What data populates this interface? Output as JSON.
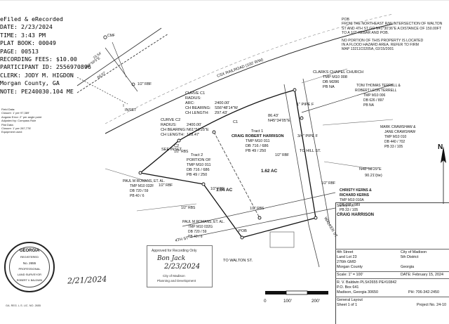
{
  "recording": {
    "lines": [
      "eFiled & eRecorded",
      "DATE: 2/23/2024",
      "TIME: 3:43 PM",
      "PLAT BOOK: 00049",
      "PAGE: 00513",
      "RECORDING FEES: $10.00",
      "PARTICIPANT ID: 2556970896",
      "CLERK: JODY M. HIGDON",
      "Morgan County, GA",
      "NOTE: PE240030.104 ME"
    ]
  },
  "pob_note": {
    "lines": [
      "POB",
      "FROM THE NORTHEAST R/W INTERSECTION OF WALTON",
      "ST AND 4TH ST GO N41°30'36\"E A DISTANCE OF 150.00FT",
      "TO A 1/2\" REBAR AND POB."
    ]
  },
  "flood_note": {
    "lines": [
      "NO PORTION OF THIS PROPERTY IS LOCATED",
      "IN A FLOOD HAZARD AREA. REFER TO FIRM",
      "MAP 13211C0205A, 02/15/2001"
    ]
  },
  "field_data": {
    "lines": [
      "Field Data:",
      "Closure: 1' per 97,389'",
      "Angular Error: 2\" per angle point",
      "Adjusted by: Compass Rule",
      "",
      "Plat Data:",
      "Closure: 1' per 287,778'",
      "Equipment used:"
    ]
  },
  "inset_map": {
    "inset_label": "INSET",
    "cmf": "CMF",
    "rbf": "1/2\" RBF",
    "distance": "15.54'",
    "bearing": "N42°59'5\"E",
    "width": "60.97'"
  },
  "railroad": "CSX RAILROAD (100' R/W)",
  "adjoiners": {
    "church": {
      "lines": [
        "CLARKS CHAPEL CHURCH",
        "TMP M10 008",
        "DB M286",
        "PB NA"
      ]
    },
    "terrell": {
      "lines": [
        "TONI THOMAS TERRELL &",
        "ROBERT LEON TERRELL",
        "TMP M10 006",
        "DB 626 / 897",
        "PB NA"
      ]
    },
    "crawshaw": {
      "lines": [
        "MARK CRAWSHAW &",
        "JANE CRAWSHAW",
        "TMP M10 010",
        "DB 440 / 702",
        "PB 33 / 105"
      ]
    },
    "kerns": {
      "lines": [
        "CHRISTY KERNS &",
        "RICHARD KERNS",
        "TMP M10 010A",
        "DB 697 / 989",
        "PB 33 / 105"
      ]
    },
    "romans_1": {
      "lines": [
        "PAUL M ROMANS, ET. AL.",
        "TMP M10 032F",
        "DB 720 / 59",
        "PB 40 / 6"
      ]
    },
    "romans_2": {
      "lines": [
        "PAUL M ROMANS, ET. AL.",
        "TMP M10 032G",
        "DB 720 / 59",
        "PB 40 / 6"
      ]
    }
  },
  "curves": {
    "c1": {
      "lines": [
        "CURVE C1",
        "RADIUS:",
        "ARC:",
        "CH BEARING:",
        "CH LENGTH:"
      ],
      "values": [
        "",
        "2400.00'",
        "",
        "S56°48'14\"W",
        "297.43'"
      ]
    },
    "c2": {
      "lines": [
        "CURVE C2",
        "RADIUS:",
        "CH BEARING:",
        "CH LENGTH:"
      ],
      "values": [
        "",
        "2400.00'",
        "N61°53'25\"E",
        "128.47'"
      ]
    }
  },
  "tract1": {
    "lines": [
      "Tract 1",
      "CRAIG ROBERT HARRISON",
      "TMP M10 011",
      "DB 716 / 686",
      "PB 49 / 250"
    ],
    "area": "1.62 AC"
  },
  "tract2": {
    "lines": [
      "Tract 2",
      "PORTION OF",
      "TMP M10 011",
      "DB 716 / 686",
      "PB 49 / 250"
    ],
    "area": "1.04 AC"
  },
  "labels": {
    "see_inset": "SEE INSET",
    "c1": "C1",
    "c2": "C2",
    "pob": "POB",
    "pipe_f": "1\" PIPE F",
    "pipe_34": "3/4\" PIPE F",
    "to_hill_st": "TO\nHILL ST.",
    "to_walton_st": "TO\nWALTON ST.",
    "walker_st": "WALKER ST.",
    "fourth_st": "4TH ST",
    "bearing_top": "N48°58'29\"E",
    "dist_top": "90.21'(tie)",
    "dist_c": "86.43'",
    "bearing_c": "N45°34'05\"E",
    "rbs": "1/2\" RBS",
    "rbf": "1/2\" RBF",
    "n_arrow": "N"
  },
  "survey": {
    "title": "Survey For:",
    "client": "CRAIG HARRISON",
    "loc_left": [
      "4th Street",
      "Land Lot 23",
      "276th GMD",
      "Morgan County"
    ],
    "loc_right": [
      "City of Madison",
      "5th District",
      "",
      "Georgia"
    ],
    "scale": "Scale: 1\" = 100'",
    "date": "DATE: February 15, 2024",
    "surveyor": [
      "R. V. Baldwin  PLS#2655  PE#10842",
      "P.O. Box 641",
      "Madison, Georgia  30650"
    ],
    "phone": "PH: 706-342-2450",
    "sheet": [
      "General Layout",
      "Sheet 1 of 1"
    ],
    "project": "Project No. 24-10"
  },
  "scale_bar": [
    "0",
    "100'",
    "200'"
  ],
  "approval": {
    "title": "Approved for Recording Only",
    "signature": "Bon Jack",
    "date": "2/23/2024",
    "org": [
      "City of Madison",
      "Planning and Development"
    ]
  },
  "seal": {
    "top": "GEORGIA",
    "reg": "REGISTERED",
    "no": "No. 2655",
    "prof": "PROFESSIONAL",
    "land": "LAND SURVEYOR",
    "name": "ROBERT V. BALDWIN"
  },
  "signature_date": "2/21/2024",
  "footer": "GA. REG. L.S. LIC. NO. 2655"
}
